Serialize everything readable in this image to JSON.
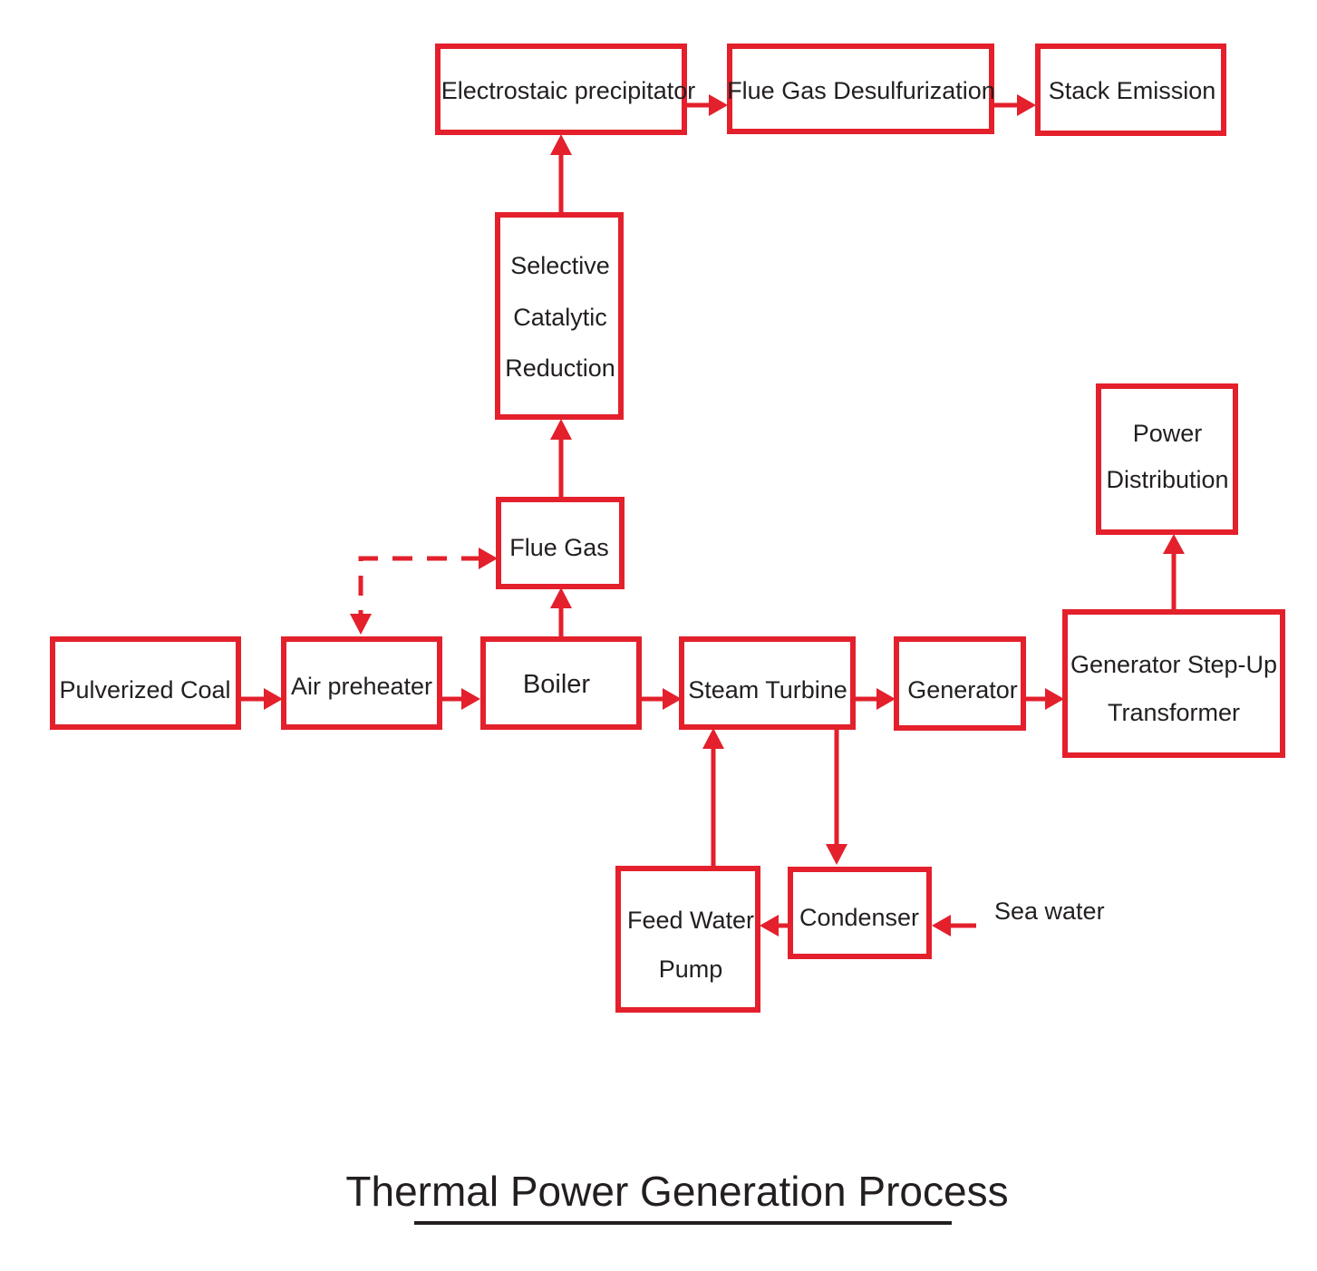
{
  "diagram": {
    "title": "Thermal Power Generation Process",
    "accent_color": "#e3202c",
    "text_color": "#231f20",
    "nodes": {
      "pulverized_coal": [
        "Pulverized Coal"
      ],
      "air_preheater": [
        "Air preheater"
      ],
      "boiler": [
        "Boiler"
      ],
      "steam_turbine": [
        "Steam Turbine"
      ],
      "generator": [
        "Generator"
      ],
      "gsu_transformer": [
        "Generator Step-Up",
        "Transformer"
      ],
      "power_distribution": [
        "Power",
        "Distribution"
      ],
      "flue_gas": [
        "Flue Gas"
      ],
      "scr": [
        "Selective",
        "Catalytic",
        "Reduction"
      ],
      "esp": [
        "Electrostaic precipitator"
      ],
      "fgd": [
        "Flue Gas Desulfurization"
      ],
      "stack": [
        "Stack Emission"
      ],
      "condenser": [
        "Condenser"
      ],
      "feed_water_pump": [
        "Feed Water",
        "Pump"
      ]
    },
    "input_label": "Sea water",
    "edges": [
      {
        "from": "pulverized_coal",
        "to": "air_preheater",
        "style": "solid"
      },
      {
        "from": "air_preheater",
        "to": "boiler",
        "style": "solid"
      },
      {
        "from": "boiler",
        "to": "steam_turbine",
        "style": "solid"
      },
      {
        "from": "steam_turbine",
        "to": "generator",
        "style": "solid"
      },
      {
        "from": "generator",
        "to": "gsu_transformer",
        "style": "solid"
      },
      {
        "from": "gsu_transformer",
        "to": "power_distribution",
        "style": "solid"
      },
      {
        "from": "boiler",
        "to": "flue_gas",
        "style": "solid"
      },
      {
        "from": "flue_gas",
        "to": "scr",
        "style": "solid"
      },
      {
        "from": "scr",
        "to": "esp",
        "style": "solid"
      },
      {
        "from": "esp",
        "to": "fgd",
        "style": "solid"
      },
      {
        "from": "fgd",
        "to": "stack",
        "style": "solid"
      },
      {
        "from": "flue_gas",
        "to": "air_preheater",
        "style": "dashed",
        "bidirectional": true
      },
      {
        "from": "steam_turbine",
        "to": "condenser",
        "style": "solid"
      },
      {
        "from": "condenser",
        "to": "feed_water_pump",
        "style": "solid"
      },
      {
        "from": "feed_water_pump",
        "to": "steam_turbine",
        "style": "solid"
      },
      {
        "from": "sea_water",
        "to": "condenser",
        "style": "solid"
      }
    ]
  }
}
